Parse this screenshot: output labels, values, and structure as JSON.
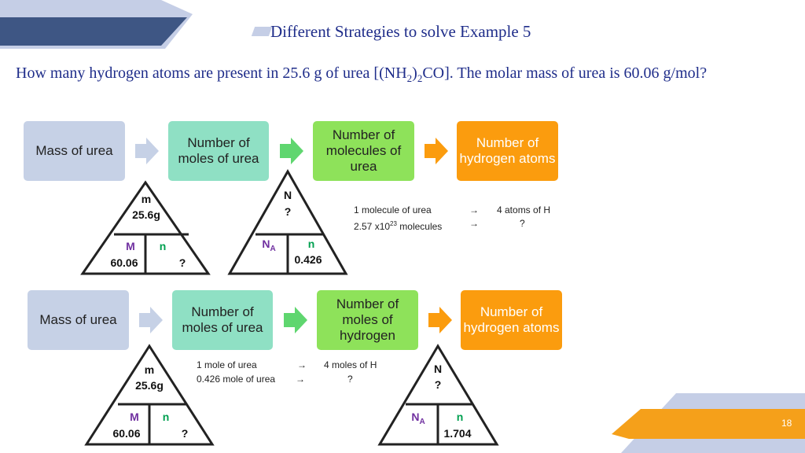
{
  "slide": {
    "title": "Different Strategies to solve Example 5",
    "question_part1": "How many hydrogen atoms are present in 25.6 g of urea [(NH",
    "question_sub1": "2",
    "question_part2": ")",
    "question_sub2": "2",
    "question_part3": "CO]. The molar mass of urea is 60.06 g/mol?",
    "page_number": "18"
  },
  "flow1": {
    "boxes": [
      "Mass of urea",
      "Number of moles of urea",
      "Number of molecules of urea",
      "Number of hydrogen atoms"
    ],
    "tri1": {
      "top_label": "m",
      "top_value": "25.6g",
      "left_label": "M",
      "left_value": "60.06",
      "right_label": "n",
      "right_value": "?"
    },
    "tri2": {
      "top_label": "N",
      "top_value": "?",
      "left_label": "N",
      "left_sub": "A",
      "right_label": "n",
      "right_value": "0.426"
    },
    "note": {
      "row1_left": "1 molecule of urea",
      "row1_arrow": "→",
      "row1_right": "4 atoms of H",
      "row2_left_pre": "2.57 x10",
      "row2_left_sup": "23",
      "row2_left_post": " molecules",
      "row2_arrow": "→",
      "row2_right": "?"
    }
  },
  "flow2": {
    "boxes": [
      "Mass of urea",
      "Number of moles of urea",
      "Number of moles of hydrogen",
      "Number of hydrogen atoms"
    ],
    "tri1": {
      "top_label": "m",
      "top_value": "25.6g",
      "left_label": "M",
      "left_value": "60.06",
      "right_label": "n",
      "right_value": "?"
    },
    "tri2": {
      "top_label": "N",
      "top_value": "?",
      "left_label": "N",
      "left_sub": "A",
      "right_label": "n",
      "right_value": "1.704"
    },
    "note": {
      "row1_left": "1 mole of urea",
      "row1_arrow": "→",
      "row1_right": "4 moles of H",
      "row2_left": "0.426 mole of urea",
      "row2_arrow": "→",
      "row2_right": "?"
    }
  },
  "colors": {
    "title_text": "#1f2d8a",
    "box_grey": "#c6d1e6",
    "box_teal": "#8fe0c4",
    "box_green": "#8ee25a",
    "box_orange": "#fb9c0e",
    "arrow_grey": "#c6d1e6",
    "arrow_green": "#5fd66f",
    "arrow_orange": "#fb9c0e",
    "label_purple": "#7030a0",
    "label_green": "#00a050"
  }
}
